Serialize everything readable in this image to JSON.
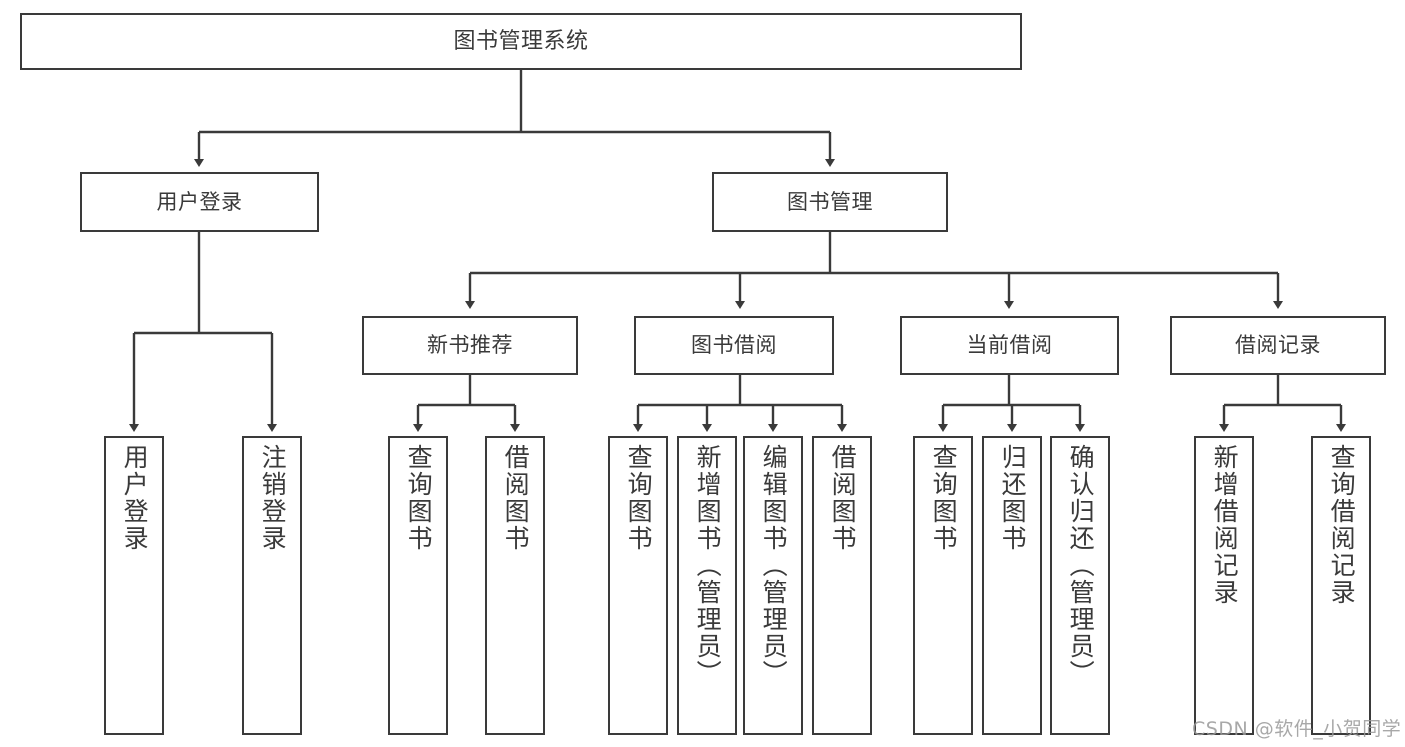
{
  "diagram": {
    "type": "tree",
    "title": "图书管理系统",
    "colors": {
      "border": "#3a3a3a",
      "text": "#3a3a3a",
      "background": "#ffffff",
      "connector": "#3a3a3a",
      "watermark": "#9a9a9a"
    },
    "root": {
      "label": "图书管理系统"
    },
    "level1": [
      {
        "label": "用户登录"
      },
      {
        "label": "图书管理"
      }
    ],
    "level2": [
      {
        "label": "新书推荐"
      },
      {
        "label": "图书借阅"
      },
      {
        "label": "当前借阅"
      },
      {
        "label": "借阅记录"
      }
    ],
    "leaves": {
      "user_login": [
        {
          "label": "用户登录"
        },
        {
          "label": "注销登录"
        }
      ],
      "new_book_recommend": [
        {
          "label": "查询图书"
        },
        {
          "label": "借阅图书"
        }
      ],
      "book_borrow": [
        {
          "label": "查询图书"
        },
        {
          "label": "新增图书（管理员）"
        },
        {
          "label": "编辑图书（管理员）"
        },
        {
          "label": "借阅图书"
        }
      ],
      "current_borrow": [
        {
          "label": "查询图书"
        },
        {
          "label": "归还图书"
        },
        {
          "label": "确认归还（管理员）"
        }
      ],
      "borrow_record": [
        {
          "label": "新增借阅记录"
        },
        {
          "label": "查询借阅记录"
        }
      ]
    }
  },
  "watermark": {
    "text": "CSDN @软件_小贺同学"
  }
}
